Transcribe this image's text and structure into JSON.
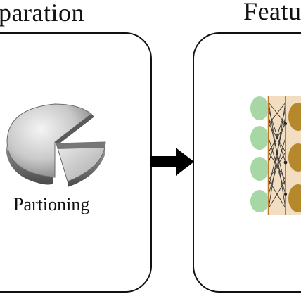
{
  "left_panel": {
    "heading": "paration",
    "caption": "Partioning",
    "icon": "pie-chart-icon"
  },
  "right_panel": {
    "heading": "Featu",
    "icon": "neural-network-icon"
  },
  "connector": {
    "icon": "right-arrow-icon",
    "color": "#000000"
  },
  "colors": {
    "node_green": "#a6d7a4",
    "node_gold": "#b5892b",
    "layer_band": "#e8c69a"
  }
}
